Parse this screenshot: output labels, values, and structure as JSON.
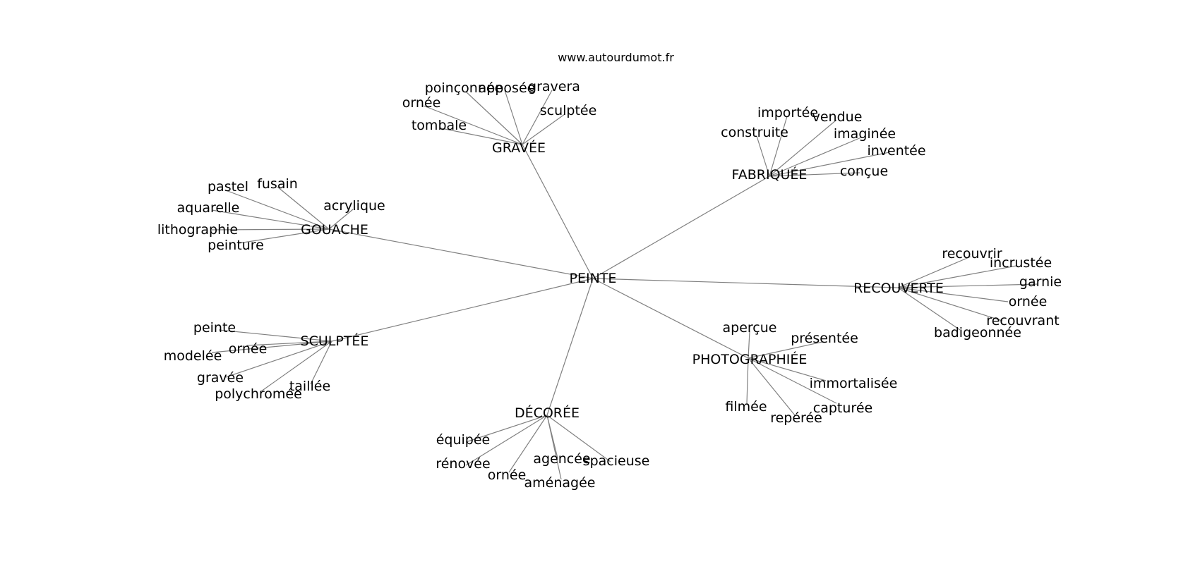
{
  "watermark": "www.autourdumot.fr",
  "root": "PEINTE",
  "groups": [
    {
      "label": "GRAVÉE",
      "children": [
        "poinçonnée",
        "apposée",
        "gravera",
        "ornée",
        "sculptée",
        "tombale"
      ]
    },
    {
      "label": "FABRIQUÉE",
      "children": [
        "importée",
        "vendue",
        "construite",
        "imaginée",
        "inventée",
        "conçue"
      ]
    },
    {
      "label": "GOUACHE",
      "children": [
        "pastel",
        "fusain",
        "acrylique",
        "aquarelle",
        "lithographie",
        "peinture"
      ]
    },
    {
      "label": "RECOUVERTE",
      "children": [
        "recouvrir",
        "incrustée",
        "garnie",
        "ornée",
        "recouvrant",
        "badigeonnée"
      ]
    },
    {
      "label": "SCULPTÉE",
      "children": [
        "peinte",
        "ornée",
        "modelée",
        "gravée",
        "taillée",
        "polychromée"
      ]
    },
    {
      "label": "PHOTOGRAPHIÉE",
      "children": [
        "aperçue",
        "présentée",
        "immortalisée",
        "filmée",
        "capturée",
        "repérée"
      ]
    },
    {
      "label": "DÉCORÉE",
      "children": [
        "équipée",
        "rénovée",
        "agencée",
        "spacieuse",
        "ornée",
        "aménagée"
      ]
    }
  ]
}
